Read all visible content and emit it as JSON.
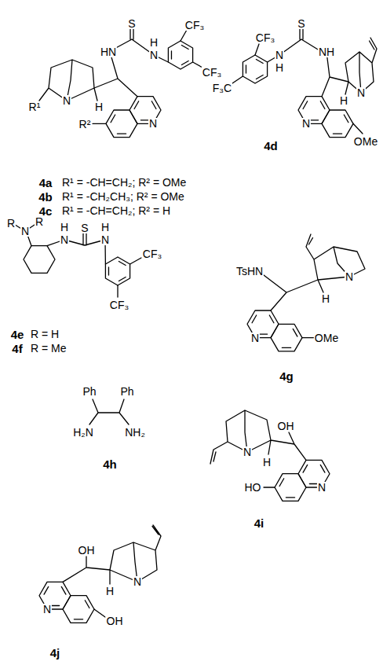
{
  "diagram": {
    "labels": [
      "CF₃",
      "S",
      "CF₃",
      "S",
      "H",
      "HN",
      "N",
      "N",
      "NH",
      "H",
      "CF₃",
      "F₃C",
      "N",
      "R¹",
      "H",
      "N",
      "H",
      "N",
      "R²",
      "N",
      "OMe",
      "4d",
      "4a",
      "R¹ = -CH=CH₂; R² = OMe",
      "4b",
      "R¹ = -CH₂CH₃; R² = OMe",
      "4c",
      "R¹ = -CH=CH₂; R² = H",
      "R",
      "N",
      "R",
      "H",
      "S",
      "H",
      "N",
      "N",
      "CF₃",
      "TsHN",
      "N",
      "H",
      "CF₃",
      "N",
      "OMe",
      "4e",
      "R = H",
      "4f",
      "R = Me",
      "4g",
      "Ph",
      "Ph",
      "H₂N",
      "NH₂",
      "OH",
      "N",
      "H",
      "N",
      "HO",
      "4h",
      "4i",
      "OH",
      "N",
      "H",
      "N",
      "OH",
      "4j"
    ]
  }
}
